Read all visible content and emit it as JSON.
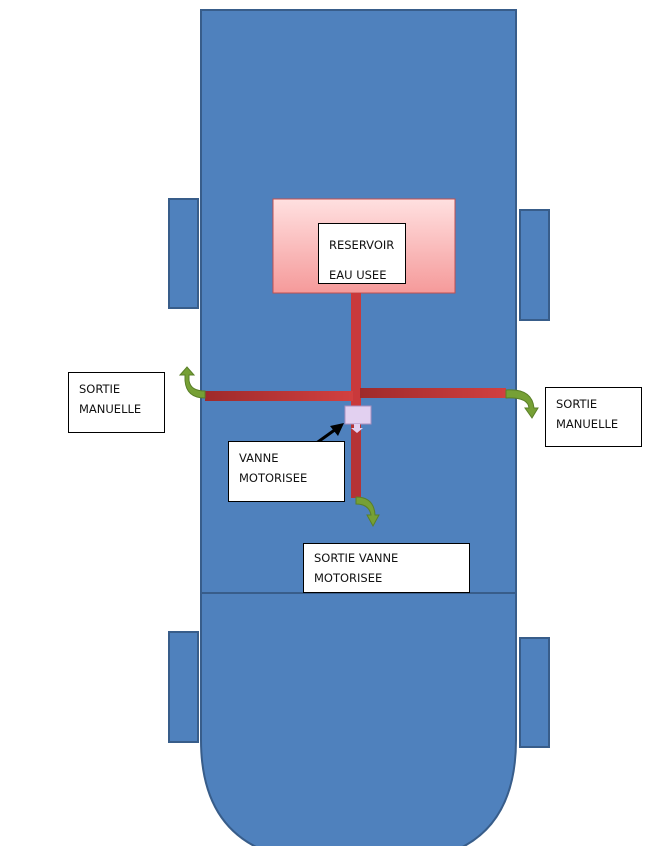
{
  "title": "Schéma réservoir eau usée",
  "colors": {
    "body": "#4f81bd",
    "body_stroke": "#385d8a",
    "pipe": "#c0393b",
    "arrow": "#76a035",
    "valve": "#e2d0f0"
  },
  "labels": {
    "reservoir_line1": "RESERVOIR",
    "reservoir_line2": "EAU USEE",
    "left_outlet_line1": "SORTIE",
    "left_outlet_line2": "MANUELLE",
    "right_outlet_line1": "SORTIE",
    "right_outlet_line2": "MANUELLE",
    "valve_line1": "VANNE",
    "valve_line2": "MOTORISEE",
    "valve_outlet_line1": "SORTIE VANNE",
    "valve_outlet_line2": "MOTORISEE"
  }
}
